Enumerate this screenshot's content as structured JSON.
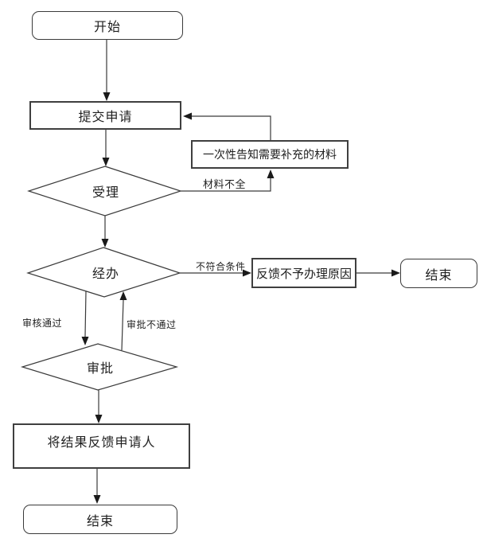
{
  "flowchart": {
    "nodes": {
      "start": {
        "label": "开始",
        "type": "terminator"
      },
      "submit": {
        "label": "提交申请",
        "type": "process"
      },
      "accept": {
        "label": "受理",
        "type": "decision"
      },
      "notify": {
        "label": "一次性告知需要补充的材料",
        "type": "process"
      },
      "handle": {
        "label": "经办",
        "type": "decision"
      },
      "feedback": {
        "label": "反馈不予办理原因",
        "type": "process"
      },
      "end_right": {
        "label": "结束",
        "type": "terminator"
      },
      "approve": {
        "label": "审批",
        "type": "decision"
      },
      "result": {
        "label": "将结果反馈申请人",
        "type": "process"
      },
      "end_bottom": {
        "label": "结束",
        "type": "terminator"
      }
    },
    "edge_labels": {
      "materials_incomplete": "材料不全",
      "not_qualified": "不符合条件",
      "review_passed": "审核通过",
      "approval_rejected": "审批不通过"
    },
    "colors": {
      "line": "#3a3a3a",
      "arrow": "#1a1a1a",
      "background": "#ffffff",
      "text": "#1f1f1f"
    }
  }
}
